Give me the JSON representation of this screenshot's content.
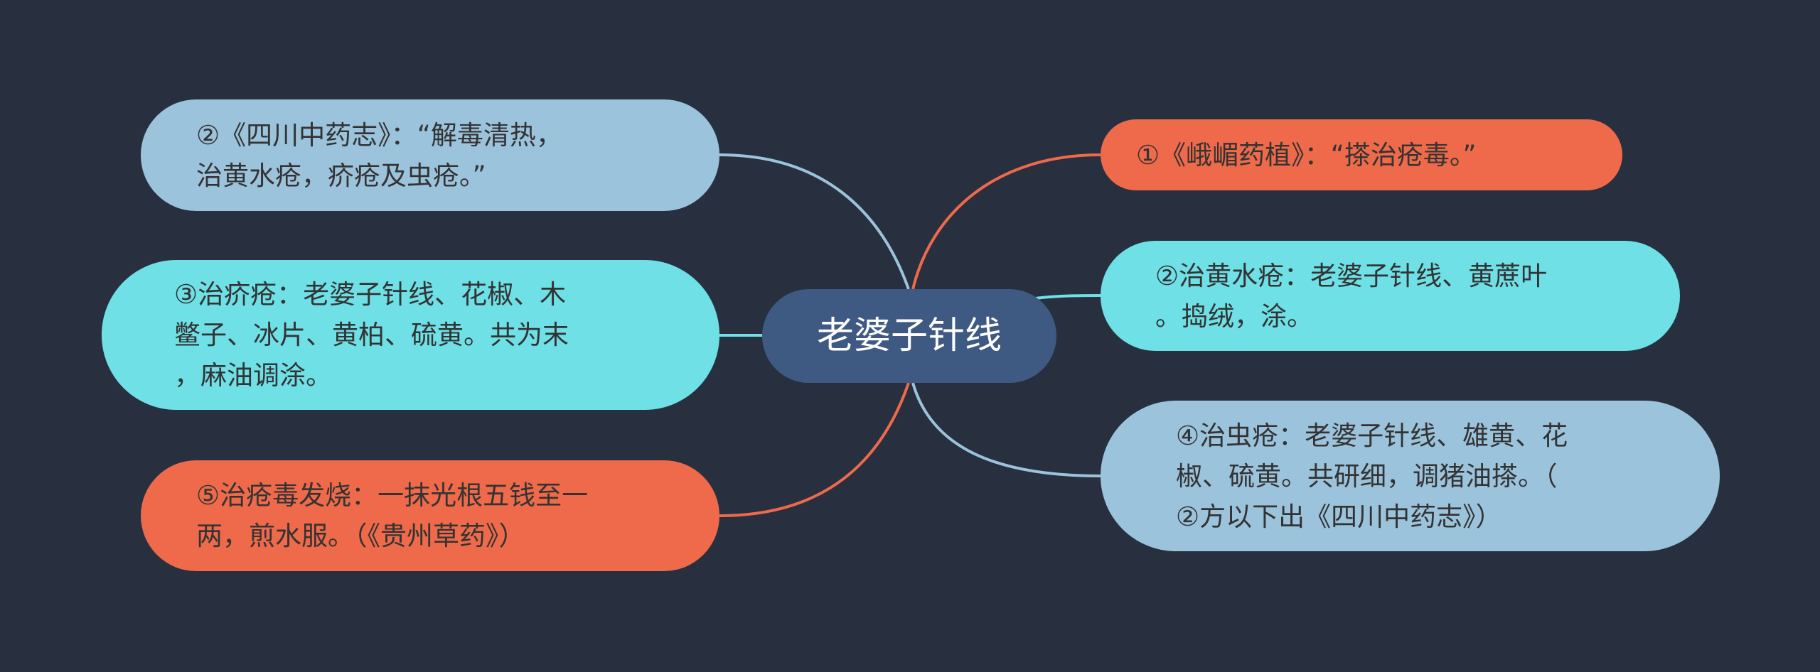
{
  "colors": {
    "background": "#283040",
    "root": "#3e5a82",
    "blue": "#9cc3dc",
    "cyan": "#6ee0e6",
    "orange": "#ee6a4a"
  },
  "root": {
    "label": "老婆子针线"
  },
  "left": [
    {
      "text": "②《四川中药志》：“解毒清热，\n治黄水疮，疥疮及虫疮。”",
      "color": "blue"
    },
    {
      "text": "③治疥疮：老婆子针线、花椒、木\n鳖子、冰片、黄柏、硫黄。共为末\n，麻油调涂。",
      "color": "cyan"
    },
    {
      "text": "⑤治疮毒发烧：一抹光根五钱至一\n两，煎水服。（《贵州草药》）",
      "color": "orange"
    }
  ],
  "right": [
    {
      "text": "①《峨嵋药植》：“搽治疮毒。”",
      "color": "orange"
    },
    {
      "text": "②治黄水疮：老婆子针线、黄蔗叶\n。捣绒，涂。",
      "color": "cyan"
    },
    {
      "text": "④治虫疮：老婆子针线、雄黄、花\n椒、硫黄。共研细，调猪油搽。（\n②方以下出《四川中药志》）",
      "color": "blue"
    }
  ]
}
